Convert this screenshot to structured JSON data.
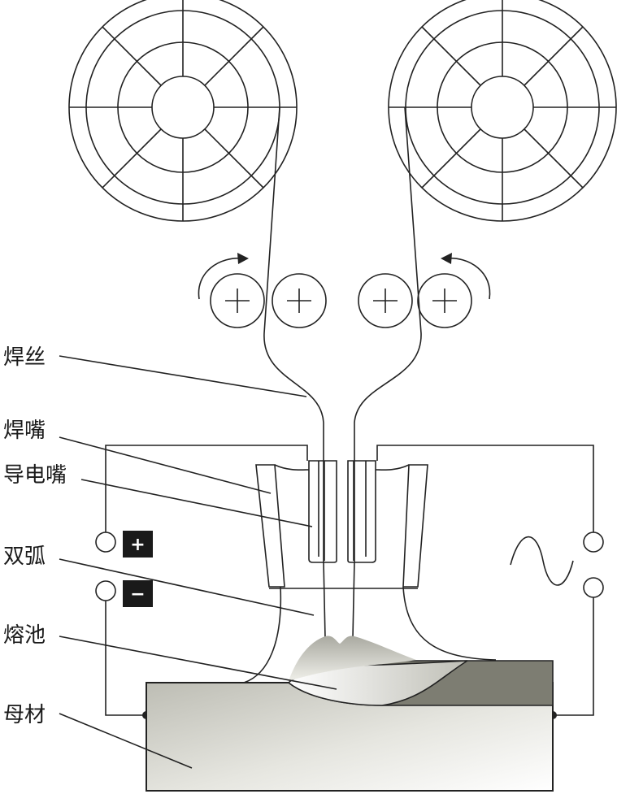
{
  "labels": {
    "wire": "焊丝",
    "nozzle": "焊嘴",
    "contact_tip": "导电嘴",
    "twin_arc": "双弧",
    "weld_pool": "熔池",
    "base_metal": "母材"
  },
  "polarity": {
    "plus": "+",
    "minus": "−"
  },
  "colors": {
    "line": "#222222",
    "spool_ring": "#8a8a80",
    "bead": "#7d7d72",
    "sign_box": "#1a1a1a"
  },
  "icons": {
    "feed_roller": "plus-circle-roller",
    "rotation": "curved-arrow",
    "ac_source": "sine-wave"
  }
}
